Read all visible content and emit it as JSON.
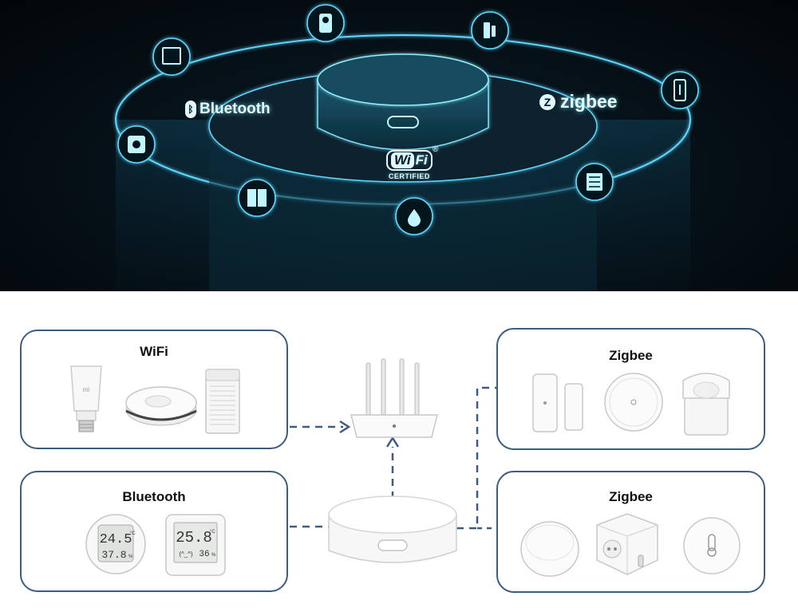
{
  "hero": {
    "bluetooth_label": "Bluetooth",
    "zigbee_label": "zigbee",
    "wifi_badge_left": "Wi",
    "wifi_badge_right": "Fi",
    "wifi_registered": "®",
    "wifi_certified": "CERTIFIED",
    "glow_color": "#5fd8ff",
    "icons": [
      "camera-icon",
      "door-sensor-icon",
      "thermometer-icon",
      "curtain-icon",
      "water-leak-icon",
      "switch-icon",
      "button-icon",
      "tablet-icon"
    ]
  },
  "diagram": {
    "line_color": "#3d5d80",
    "panels": [
      {
        "id": "wifi",
        "title": "WiFi",
        "devices": [
          "smart-bulb",
          "robot-vacuum",
          "air-purifier"
        ]
      },
      {
        "id": "bluetooth",
        "title": "Bluetooth",
        "devices": [
          "round-thermometer",
          "square-thermometer"
        ]
      },
      {
        "id": "zigbee-top",
        "title": "Zigbee",
        "devices": [
          "door-window-sensor",
          "wireless-switch",
          "motion-sensor"
        ]
      },
      {
        "id": "zigbee-bottom",
        "title": "Zigbee",
        "devices": [
          "water-leak-sensor",
          "smart-plug",
          "temperature-sensor"
        ]
      }
    ],
    "thermo_round": {
      "temp": "24.5",
      "temp_unit": "°C",
      "humidity": "37.8",
      "humidity_unit": "%"
    },
    "thermo_square": {
      "temp": "25.8",
      "temp_unit": "°C",
      "face": "(^_^)",
      "humidity": "36",
      "humidity_unit": "%"
    },
    "bulb_logo": "mi"
  }
}
